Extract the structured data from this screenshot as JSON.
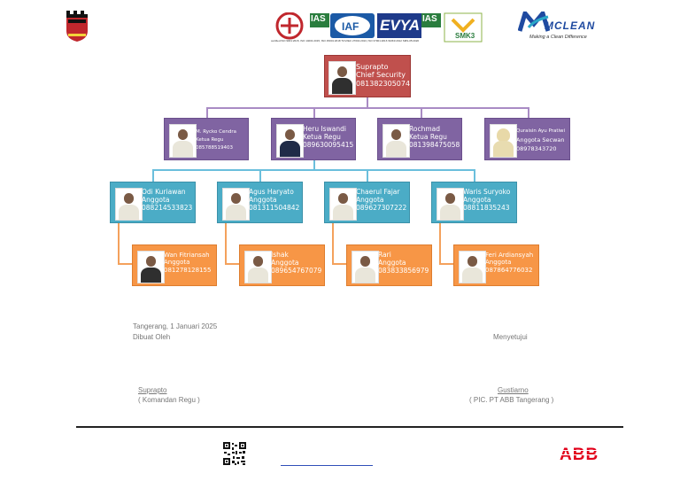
{
  "header": {
    "cert_caption": "certified ISO 9001:2015, ISO 14001:2015, ISO 45001:2018 TUV/IEC 27001:2013, ISO 37001:2016 SMK3:2012 SMS-05:2020",
    "cert_labels": [
      "IAS",
      "IAF",
      "EVYA",
      "IAS",
      "SMK3"
    ],
    "brand_name": "MCLEAN",
    "brand_tagline": "Making a Clean Difference"
  },
  "chief": {
    "name": "Suprapto",
    "role": "Chief Security",
    "phone": "081382305074"
  },
  "leaders": [
    {
      "name": "M. Rycko Cendra",
      "role": "Ketua Regu",
      "phone": "085788519403"
    },
    {
      "name": "Heru Iswandi",
      "role": "Ketua Regu",
      "phone": "089630095415"
    },
    {
      "name": "Rochmad",
      "role": "Ketua Regu",
      "phone": "081398475058"
    },
    {
      "name": "Quraisin Ayu Pratiwi",
      "role": "Anggota Secwan",
      "phone": "08978343720"
    }
  ],
  "members_row1": [
    {
      "name": "Odi Kuriawan",
      "role": "Anggota",
      "phone": "088214533823"
    },
    {
      "name": "Agus Haryato",
      "role": "Anggota",
      "phone": "081311504842"
    },
    {
      "name": "Chaerul Fajar",
      "role": "Anggota",
      "phone": "089627307222"
    },
    {
      "name": "Waris Suryoko",
      "role": "Anggota",
      "phone": "08811835243"
    }
  ],
  "members_row2": [
    {
      "name": "Wan Fitriansah",
      "role": "Anggota",
      "phone": "081278128155"
    },
    {
      "name": "Ishak",
      "role": "Anggota",
      "phone": "089654767079"
    },
    {
      "name": "Rari",
      "role": "Anggota",
      "phone": "083833856979"
    },
    {
      "name": "Feri Ardiansyah",
      "role": "Anggota",
      "phone": "087864776032"
    }
  ],
  "signature": {
    "place_date": "Tangerang, 1 Januari  2025",
    "made_by": "Dibuat Oleh",
    "approved": "Menyetujui",
    "left_name": "Suprapto",
    "left_title": "( Komandan Regu )",
    "right_name": "Gustiarno",
    "right_title": "( PIC. PT ABB Tangerang )"
  },
  "footer": {
    "abb_logo": "ABB"
  },
  "colors": {
    "chief": "#c0504d",
    "leader": "#8064a2",
    "member1": "#4bacc6",
    "member2": "#f79646",
    "abb_red": "#e2001a"
  }
}
